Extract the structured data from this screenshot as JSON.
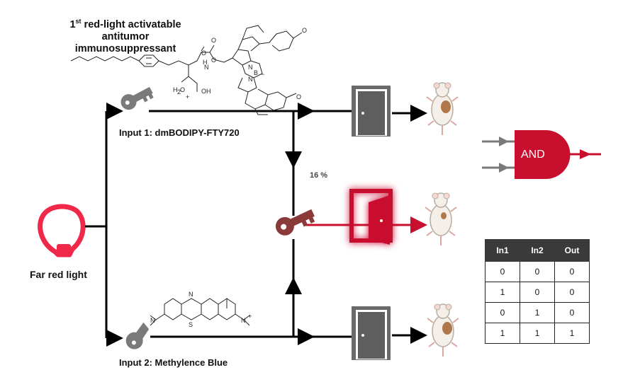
{
  "title": {
    "ordinal": "1",
    "ordinal_suffix": "st",
    "rest_line1": " red-light activatable",
    "line2": "antitumor",
    "line3": "immunosuppressant"
  },
  "input1_label": "Input 1: dmBODIPY-FTY720",
  "input2_label": "Input 2: Methylence Blue",
  "light_label": "Far red light",
  "percent_label": "16 %",
  "gate_label": "AND",
  "truth_table": {
    "headers": [
      "In1",
      "In2",
      "Out"
    ],
    "rows": [
      [
        "0",
        "0",
        "0"
      ],
      [
        "1",
        "0",
        "0"
      ],
      [
        "0",
        "1",
        "0"
      ],
      [
        "1",
        "1",
        "1"
      ]
    ]
  },
  "colors": {
    "line": "#000000",
    "key_gray": "#7a7a7a",
    "key_maroon": "#8b3a3a",
    "red": "#c8102e",
    "bulb": "#f0284a",
    "door": "#666666"
  },
  "icons": [
    "lightbulb-icon",
    "key-icon",
    "door-icon",
    "mouse-icon",
    "and-gate-icon"
  ]
}
